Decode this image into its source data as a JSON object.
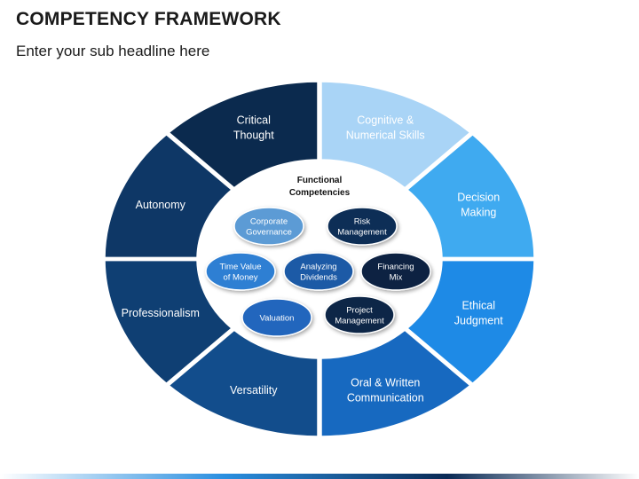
{
  "header": {
    "title": "COMPETENCY FRAMEWORK",
    "subtitle": "Enter your sub headline here"
  },
  "ring_segments": [
    {
      "lines": [
        "Critical",
        "Thought"
      ],
      "color": "#0b2a4e",
      "text_color": "#ffffff"
    },
    {
      "lines": [
        "Cognitive &",
        "Numerical Skills"
      ],
      "color": "#a9d4f6",
      "text_color": "#0d1a2b"
    },
    {
      "lines": [
        "Decision",
        "Making"
      ],
      "color": "#3faaf0",
      "text_color": "#ffffff"
    },
    {
      "lines": [
        "Ethical",
        "Judgment"
      ],
      "color": "#1e8ae6",
      "text_color": "#ffffff"
    },
    {
      "lines": [
        "Oral & Written",
        "Communication"
      ],
      "color": "#1769c0",
      "text_color": "#ffffff"
    },
    {
      "lines": [
        "Versatility"
      ],
      "color": "#124d8c",
      "text_color": "#ffffff"
    },
    {
      "lines": [
        "Professionalism"
      ],
      "color": "#0f3f73",
      "text_color": "#ffffff"
    },
    {
      "lines": [
        "Autonomy"
      ],
      "color": "#0e3766",
      "text_color": "#ffffff"
    }
  ],
  "center": {
    "title_lines": [
      "Functional",
      "Competencies"
    ],
    "bubbles": [
      {
        "lines": [
          "Corporate",
          "Governance"
        ],
        "color": "#5b9bd5"
      },
      {
        "lines": [
          "Risk",
          "Management"
        ],
        "color": "#0c2d57"
      },
      {
        "lines": [
          "Time Value",
          "of Money"
        ],
        "color": "#2f7fd3"
      },
      {
        "lines": [
          "Analyzing",
          "Dividends"
        ],
        "color": "#1b5aa6"
      },
      {
        "lines": [
          "Financing",
          "Mix"
        ],
        "color": "#0a2242"
      },
      {
        "lines": [
          "Valuation"
        ],
        "color": "#2166bd"
      },
      {
        "lines": [
          "Project",
          "Management"
        ],
        "color": "#0b2647"
      }
    ]
  }
}
